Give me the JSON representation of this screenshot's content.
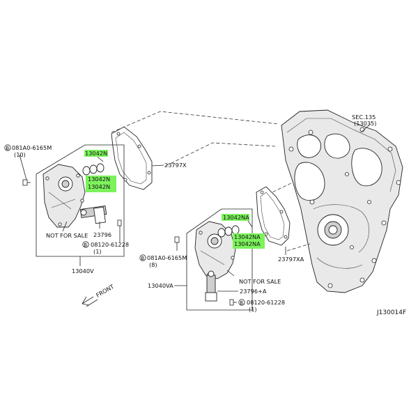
{
  "labels": {
    "bolt_left": "081A0-6165M",
    "bolt_left_qty": "(10)",
    "part_13042N_top": "13042N",
    "part_13042N_mid": "13042N",
    "part_13042N_bot": "13042N",
    "gasket_left": "23797X",
    "not_for_sale_left": "NOT FOR SALE",
    "bolt_small_left": "08120-61228",
    "bolt_small_left_qty": "(1)",
    "solenoid_left": "23796",
    "assembly_left": "13040V",
    "sec_ref": "SEC.135",
    "sec_ref_sub": "(13035)",
    "part_13042NA_top": "13042NA",
    "part_13042NA_mid": "13042NA",
    "part_13042NA_bot": "13042NA",
    "gasket_right": "23797XA",
    "bolt_right": "081A0-6165M",
    "bolt_right_qty": "(8)",
    "assembly_right": "13040VA",
    "not_for_sale_right": "NOT FOR SALE",
    "solenoid_right": "23796+A",
    "bolt_small_right": "08120-61228",
    "bolt_small_right_qty": "(1)",
    "front": "FRONT",
    "drawing_id": "J130014F",
    "circled_b": "B"
  },
  "colors": {
    "highlight": "#7CF25C",
    "line": "#222222"
  }
}
